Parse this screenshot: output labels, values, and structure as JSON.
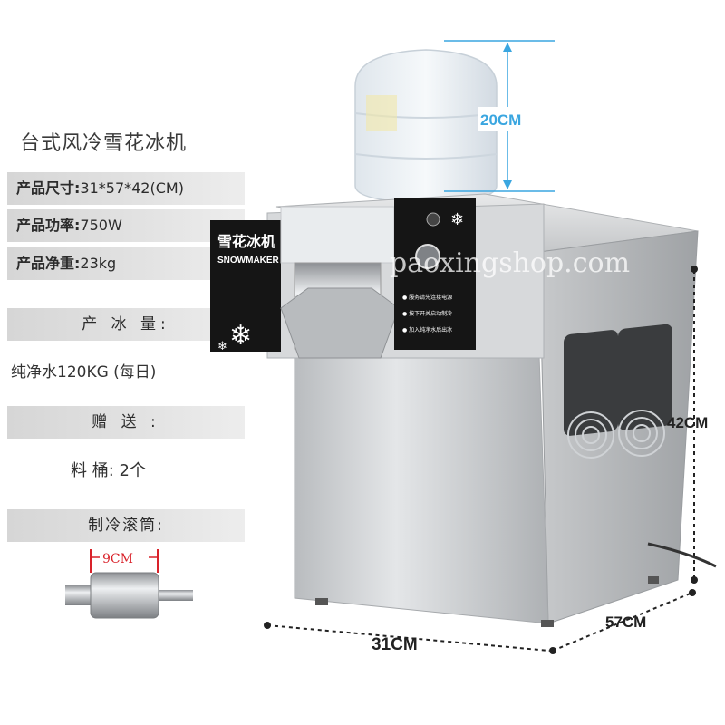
{
  "title": "台式风冷雪花冰机",
  "specs": [
    {
      "label": "产品尺寸:",
      "value": "31*57*42(CM)"
    },
    {
      "label": "产品功率:",
      "value": "750W"
    },
    {
      "label": "产品净重:",
      "value": "23kg"
    }
  ],
  "ice_output": {
    "heading": "产 冰 量:",
    "value": "纯净水120KG (每日)"
  },
  "gift": {
    "heading": "赠 送 :",
    "value": "料  桶:  2个"
  },
  "roller": {
    "heading": "制冷滚筒:",
    "dim": "9CM"
  },
  "machine": {
    "brand_cn": "雪花冰机",
    "brand_en": "SNOWMAKER",
    "panel_lines": [
      "● 服务请先连接电源",
      "● 按下开关启动制冷",
      "● 加入纯净水后出冰"
    ]
  },
  "dimensions": {
    "bottle_height": "20CM",
    "height": "42CM",
    "depth": "57CM",
    "width": "31CM"
  },
  "watermark": "paoxingshop.com",
  "colors": {
    "accent_blue": "#3aa6e0",
    "roller_red": "#d9222a",
    "band_grey": "#dcdcdc"
  }
}
